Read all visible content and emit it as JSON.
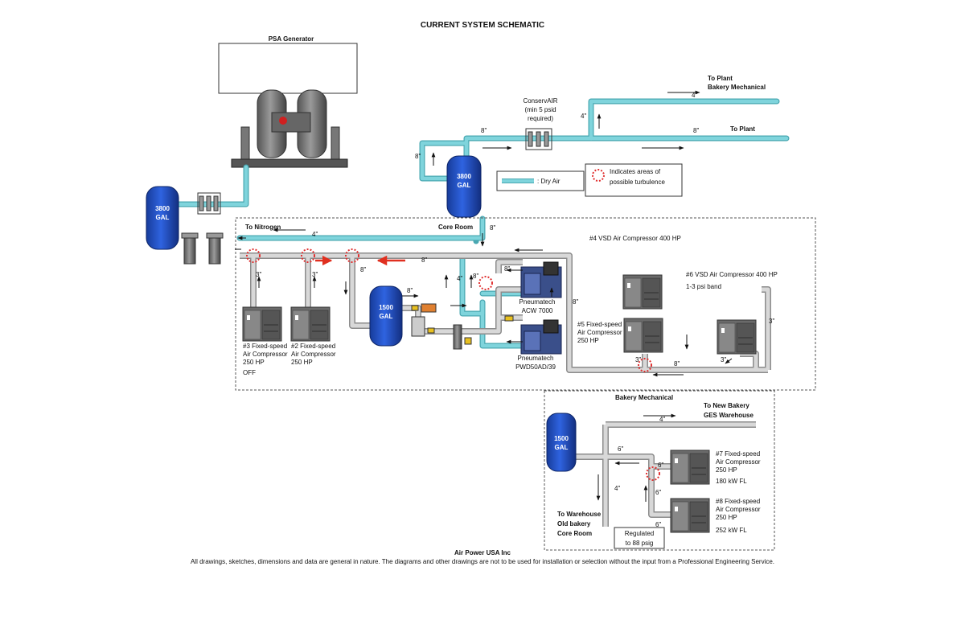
{
  "title": "CURRENT SYSTEM SCHEMATIC",
  "psa_generator": "PSA Generator",
  "tanks": {
    "left": [
      "3800",
      "GAL"
    ],
    "top": [
      "3800",
      "GAL"
    ],
    "mid": [
      "1500",
      "GAL"
    ],
    "bakery": [
      "1500",
      "GAL"
    ]
  },
  "conservair": [
    "ConservAIR",
    "(min 5 psid",
    "required)"
  ],
  "destinations": {
    "plant_bakery": [
      "To Plant",
      "Bakery Mechanical"
    ],
    "plant": "To Plant",
    "nitrogen": "To Nitrogen",
    "core_room": "Core Room",
    "new_bakery": [
      "To New Bakery",
      "GES Warehouse"
    ],
    "warehouse": [
      "To Warehouse",
      "Old bakery",
      "Core Room"
    ]
  },
  "legend": {
    "dry_air": ": Dry Air",
    "turbulence": [
      "Indicates areas of",
      "possible turbulence"
    ]
  },
  "pipe_sizes": {
    "top_4": "4\"",
    "riser_4": "4\"",
    "top_8a": "8\"",
    "top_8b": "8\"",
    "left_8": "8\"",
    "tank_8": "8\"",
    "nitro_4": "4\"",
    "header_8": "8\"",
    "drop_8": "8\"",
    "dryer_4": "4\"",
    "dryer_8a": "8\"",
    "dryer_8b": "8\"",
    "right_8": "8\"",
    "bottom_8": "8\"",
    "c3_3": "3\"",
    "c2_3": "3\"",
    "c5_3": "3\"",
    "c6_3": "3\"",
    "c6_3b": "3\"",
    "tank1500_8": "8\"",
    "bk_4": "4\"",
    "bk_6a": "6\"",
    "bk_6b": "6\"",
    "bk_6c": "6\"",
    "bk_6d": "6\"",
    "bk_4b": "4\""
  },
  "zones": {
    "comp4": "#4 VSD Air Compressor 400 HP",
    "bakery": "Bakery Mechanical"
  },
  "compressors": {
    "c3": [
      "#3 Fixed-speed",
      "Air Compressor",
      "250 HP",
      "OFF"
    ],
    "c2": [
      "#2 Fixed-speed",
      "Air Compressor",
      "250 HP"
    ],
    "c6": [
      "#6 VSD Air Compressor 400 HP"
    ],
    "c6_band": "1-3 psi band",
    "c5": [
      "#5 Fixed-speed",
      "Air Compressor",
      "250 HP"
    ],
    "c7": [
      "#7 Fixed-speed",
      "Air Compressor",
      "250 HP",
      "180 kW FL"
    ],
    "c8": [
      "#8 Fixed-speed",
      "Air Compressor",
      "250 HP",
      "252 kW FL"
    ]
  },
  "dryers": {
    "d1": [
      "Pneumatech",
      "ACW 7000"
    ],
    "d2": [
      "Pneumatech",
      "PWD50AD/39"
    ]
  },
  "regulated": [
    "Regulated",
    "to 88 psig"
  ],
  "footer": {
    "company": "Air Power USA Inc",
    "disclaimer": "All drawings, sketches, dimensions and data are general in nature.  The diagrams and other drawings are not to be used for installation or selection without the input from a Professional Engineering Service."
  },
  "colors": {
    "dry_air": "#7fd4dc",
    "pipe": "#b4b4b4",
    "tank": "#1f4fbf",
    "turbulence": "#e03030",
    "flow_red": "#e03020"
  }
}
